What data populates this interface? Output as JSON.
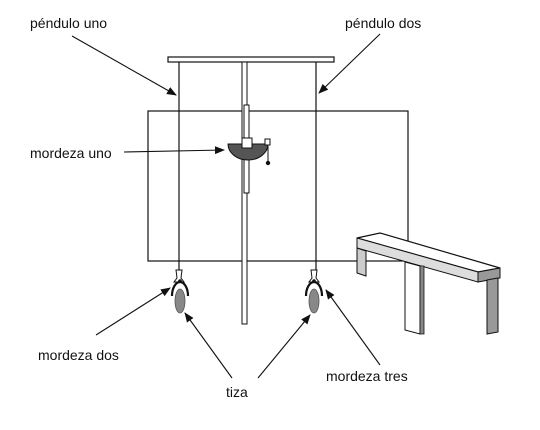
{
  "labels": {
    "pendulo_uno": "péndulo uno",
    "pendulo_dos": "péndulo dos",
    "mordeza_uno": "mordeza uno",
    "mordeza_dos": "mordeza dos",
    "mordeza_tres": "mordeza tres",
    "tiza": "tiza"
  },
  "colors": {
    "line": "#111111",
    "clamp_fill": "#555555",
    "chalk_fill": "#888888",
    "bench_shade": "#cccccc",
    "bench_dark": "#888888"
  }
}
